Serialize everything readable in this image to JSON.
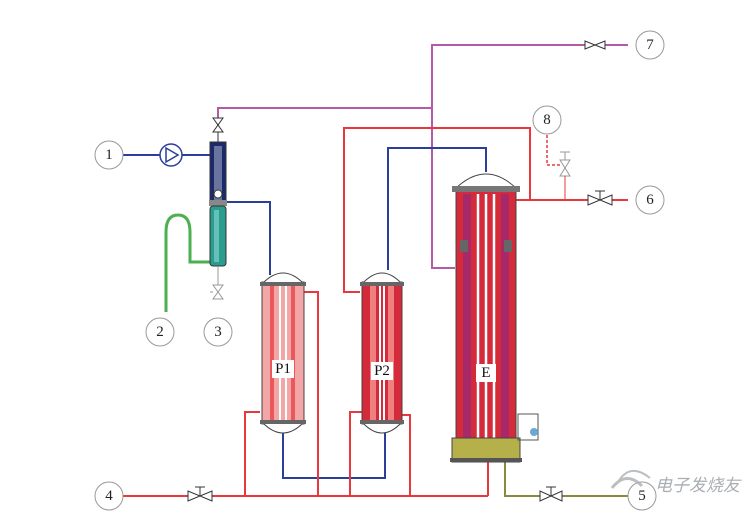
{
  "nodes": [
    {
      "id": "1",
      "label": "1"
    },
    {
      "id": "2",
      "label": "2"
    },
    {
      "id": "3",
      "label": "3"
    },
    {
      "id": "4",
      "label": "4"
    },
    {
      "id": "5",
      "label": "5"
    },
    {
      "id": "6",
      "label": "6"
    },
    {
      "id": "7",
      "label": "7"
    },
    {
      "id": "8",
      "label": "8"
    }
  ],
  "vessels": {
    "p1": "P1",
    "p2": "P2",
    "e": "E"
  },
  "watermark": "电子发烧友",
  "colors": {
    "blue_line": "#2a3f9a",
    "red_line": "#e8383d",
    "magenta_line": "#b45aa6",
    "green_line": "#4caf50",
    "olive_line": "#8a8a3a",
    "vessel_red": "#d42a3a",
    "vessel_pink": "#f2a6a6",
    "base_olive": "#b5b04a"
  }
}
